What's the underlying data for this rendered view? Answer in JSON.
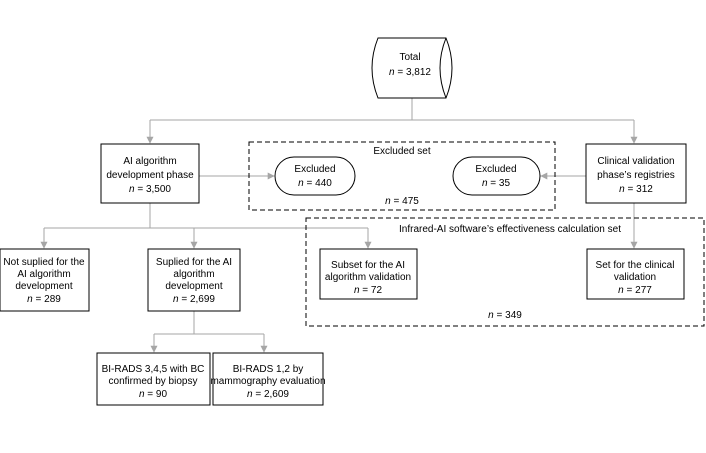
{
  "total": {
    "label": "Total",
    "n_prefix": "n",
    "n_value": " = 3,812"
  },
  "ai_dev": {
    "line1": "AI algorithm",
    "line2": "development phase",
    "n_prefix": "n",
    "n_value": " = 3,500"
  },
  "clinical_reg": {
    "line1": "Clinical validation",
    "line2": "phase’s registries",
    "n_prefix": "n",
    "n_value": " = 312"
  },
  "excluded_set": {
    "title": "Excluded set",
    "left": {
      "label": "Excluded",
      "n_prefix": "n",
      "n_value": " = 440"
    },
    "right": {
      "label": "Excluded",
      "n_prefix": "n",
      "n_value": " = 35"
    },
    "total_prefix": "n",
    "total_value": " = 475"
  },
  "not_supplied": {
    "line1": "Not suplied for the",
    "line2": "AI algorithm",
    "line3": "development",
    "n_prefix": "n",
    "n_value": " = 289"
  },
  "supplied": {
    "line1": "Suplied for the AI",
    "line2": "algorithm",
    "line3": "development",
    "n_prefix": "n",
    "n_value": " = 2,699"
  },
  "effectiveness_set": {
    "title": "Infrared-AI software’s effectiveness calculation set",
    "subset": {
      "line1": "Subset for the AI",
      "line2": "algorithm validation",
      "n_prefix": "n",
      "n_value": " = 72"
    },
    "clinical_set": {
      "line1": "Set for the clinical",
      "line2": "validation",
      "n_prefix": "n",
      "n_value": " = 277"
    },
    "total_prefix": "n",
    "total_value": " = 349"
  },
  "birads345": {
    "line1": "BI-RADS 3,4,5 with BC",
    "line2": "confirmed by biopsy",
    "n_prefix": "n",
    "n_value": " = 90"
  },
  "birads12": {
    "line1": "BI-RADS 1,2 by",
    "line2": "mammography evaluation",
    "n_prefix": "n",
    "n_value": " = 2,609"
  }
}
